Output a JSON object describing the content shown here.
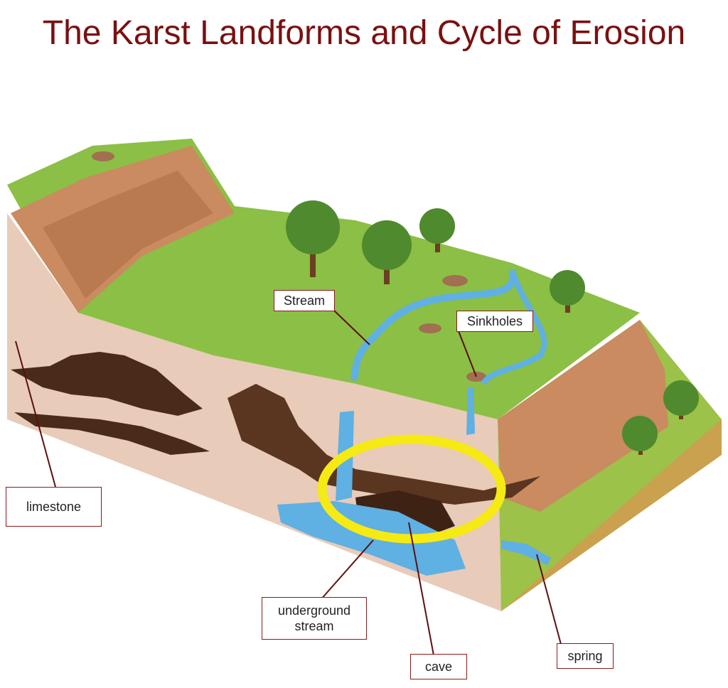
{
  "title": "The Karst Landforms and Cycle of Erosion",
  "labels": {
    "stream": "Stream",
    "sinkholes": "Sinkholes",
    "limestone": "limestone",
    "underground_stream_line1": "underground",
    "underground_stream_line2": "stream",
    "cave": "cave",
    "spring": "spring"
  },
  "colors": {
    "title": "#7a1010",
    "label_border": "#8b1a1a",
    "highlight": "#f5ea14",
    "grass": "#8cbf45",
    "soil": "#e6cbb8",
    "cliff": "#c98b5f",
    "cave": "#4a2a18",
    "water": "#5fb0e3"
  }
}
